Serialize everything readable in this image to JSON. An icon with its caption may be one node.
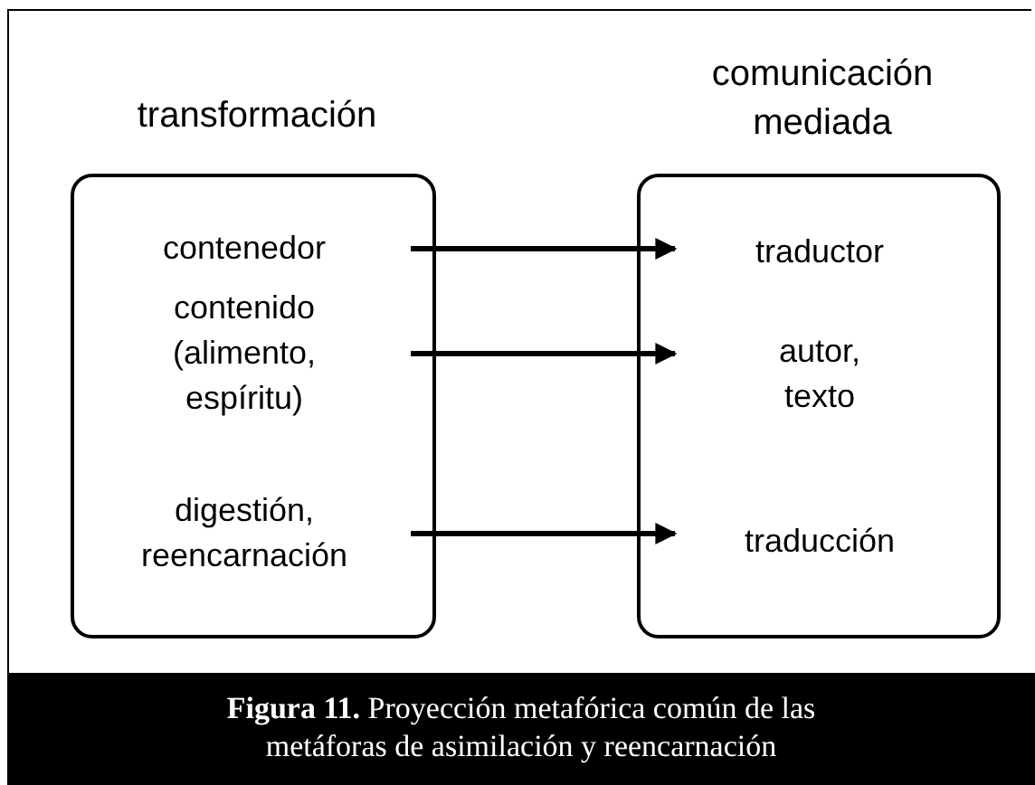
{
  "diagram": {
    "caption": "**Figura 11.** Proyección metafórica común de las metáforas de asimilación y reencarnación",
    "nodes": [
      {
        "text": [
          "transformación"
        ]
      },
      {
        "text": [
          "comunicación mediada"
        ]
      },
      {
        "text": [
          "contenedor"
        ],
        "in": 0
      },
      {
        "text": [
          "contenido (alimento, espíritu)"
        ],
        "in": 0
      },
      {
        "text": [
          "digestión, reencarnación"
        ],
        "in": 0
      },
      {
        "text": [
          "traductor"
        ],
        "in": 1
      },
      {
        "text": [
          "autor, texto"
        ],
        "in": 1
      },
      {
        "text": [
          "traducción"
        ],
        "in": 1
      }
    ],
    "edges": [
      {
        "from": 2,
        "to": 5,
        "arrow": "to"
      },
      {
        "from": 3,
        "to": 6,
        "arrow": "to"
      },
      {
        "from": 4,
        "to": 7,
        "arrow": "to"
      }
    ]
  }
}
